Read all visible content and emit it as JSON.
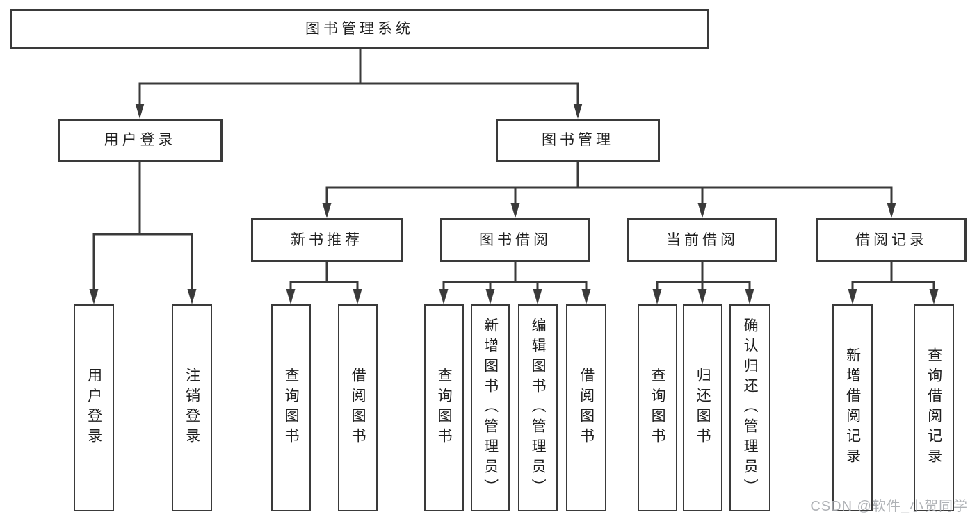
{
  "colors": {
    "background": "#ffffff",
    "line": "#3a3a3a",
    "box_border": "#3a3a3a",
    "text": "#1f1f1f",
    "watermark": "#a8abb0"
  },
  "watermark": {
    "text": "CSDN @软件_小贺同学"
  },
  "diagram": {
    "root": {
      "label": "图书管理系统"
    },
    "level2": [
      {
        "label": "用户登录"
      },
      {
        "label": "图书管理"
      }
    ],
    "level3": [
      {
        "label": "新书推荐"
      },
      {
        "label": "图书借阅"
      },
      {
        "label": "当前借阅"
      },
      {
        "label": "借阅记录"
      }
    ],
    "level4": {
      "user_login_children": [
        {
          "label": "用户登录"
        },
        {
          "label": "注销登录"
        }
      ],
      "new_book_children": [
        {
          "label": "查询图书"
        },
        {
          "label": "借阅图书"
        }
      ],
      "book_borrow_children": [
        {
          "label": "查询图书"
        },
        {
          "label": "新增图书（管理员）"
        },
        {
          "label": "编辑图书（管理员）"
        },
        {
          "label": "借阅图书"
        }
      ],
      "current_borrow_children": [
        {
          "label": "查询图书"
        },
        {
          "label": "归还图书"
        },
        {
          "label": "确认归还（管理员）"
        }
      ],
      "records_children": [
        {
          "label": "新增借阅记录"
        },
        {
          "label": "查询借阅记录"
        }
      ]
    }
  }
}
